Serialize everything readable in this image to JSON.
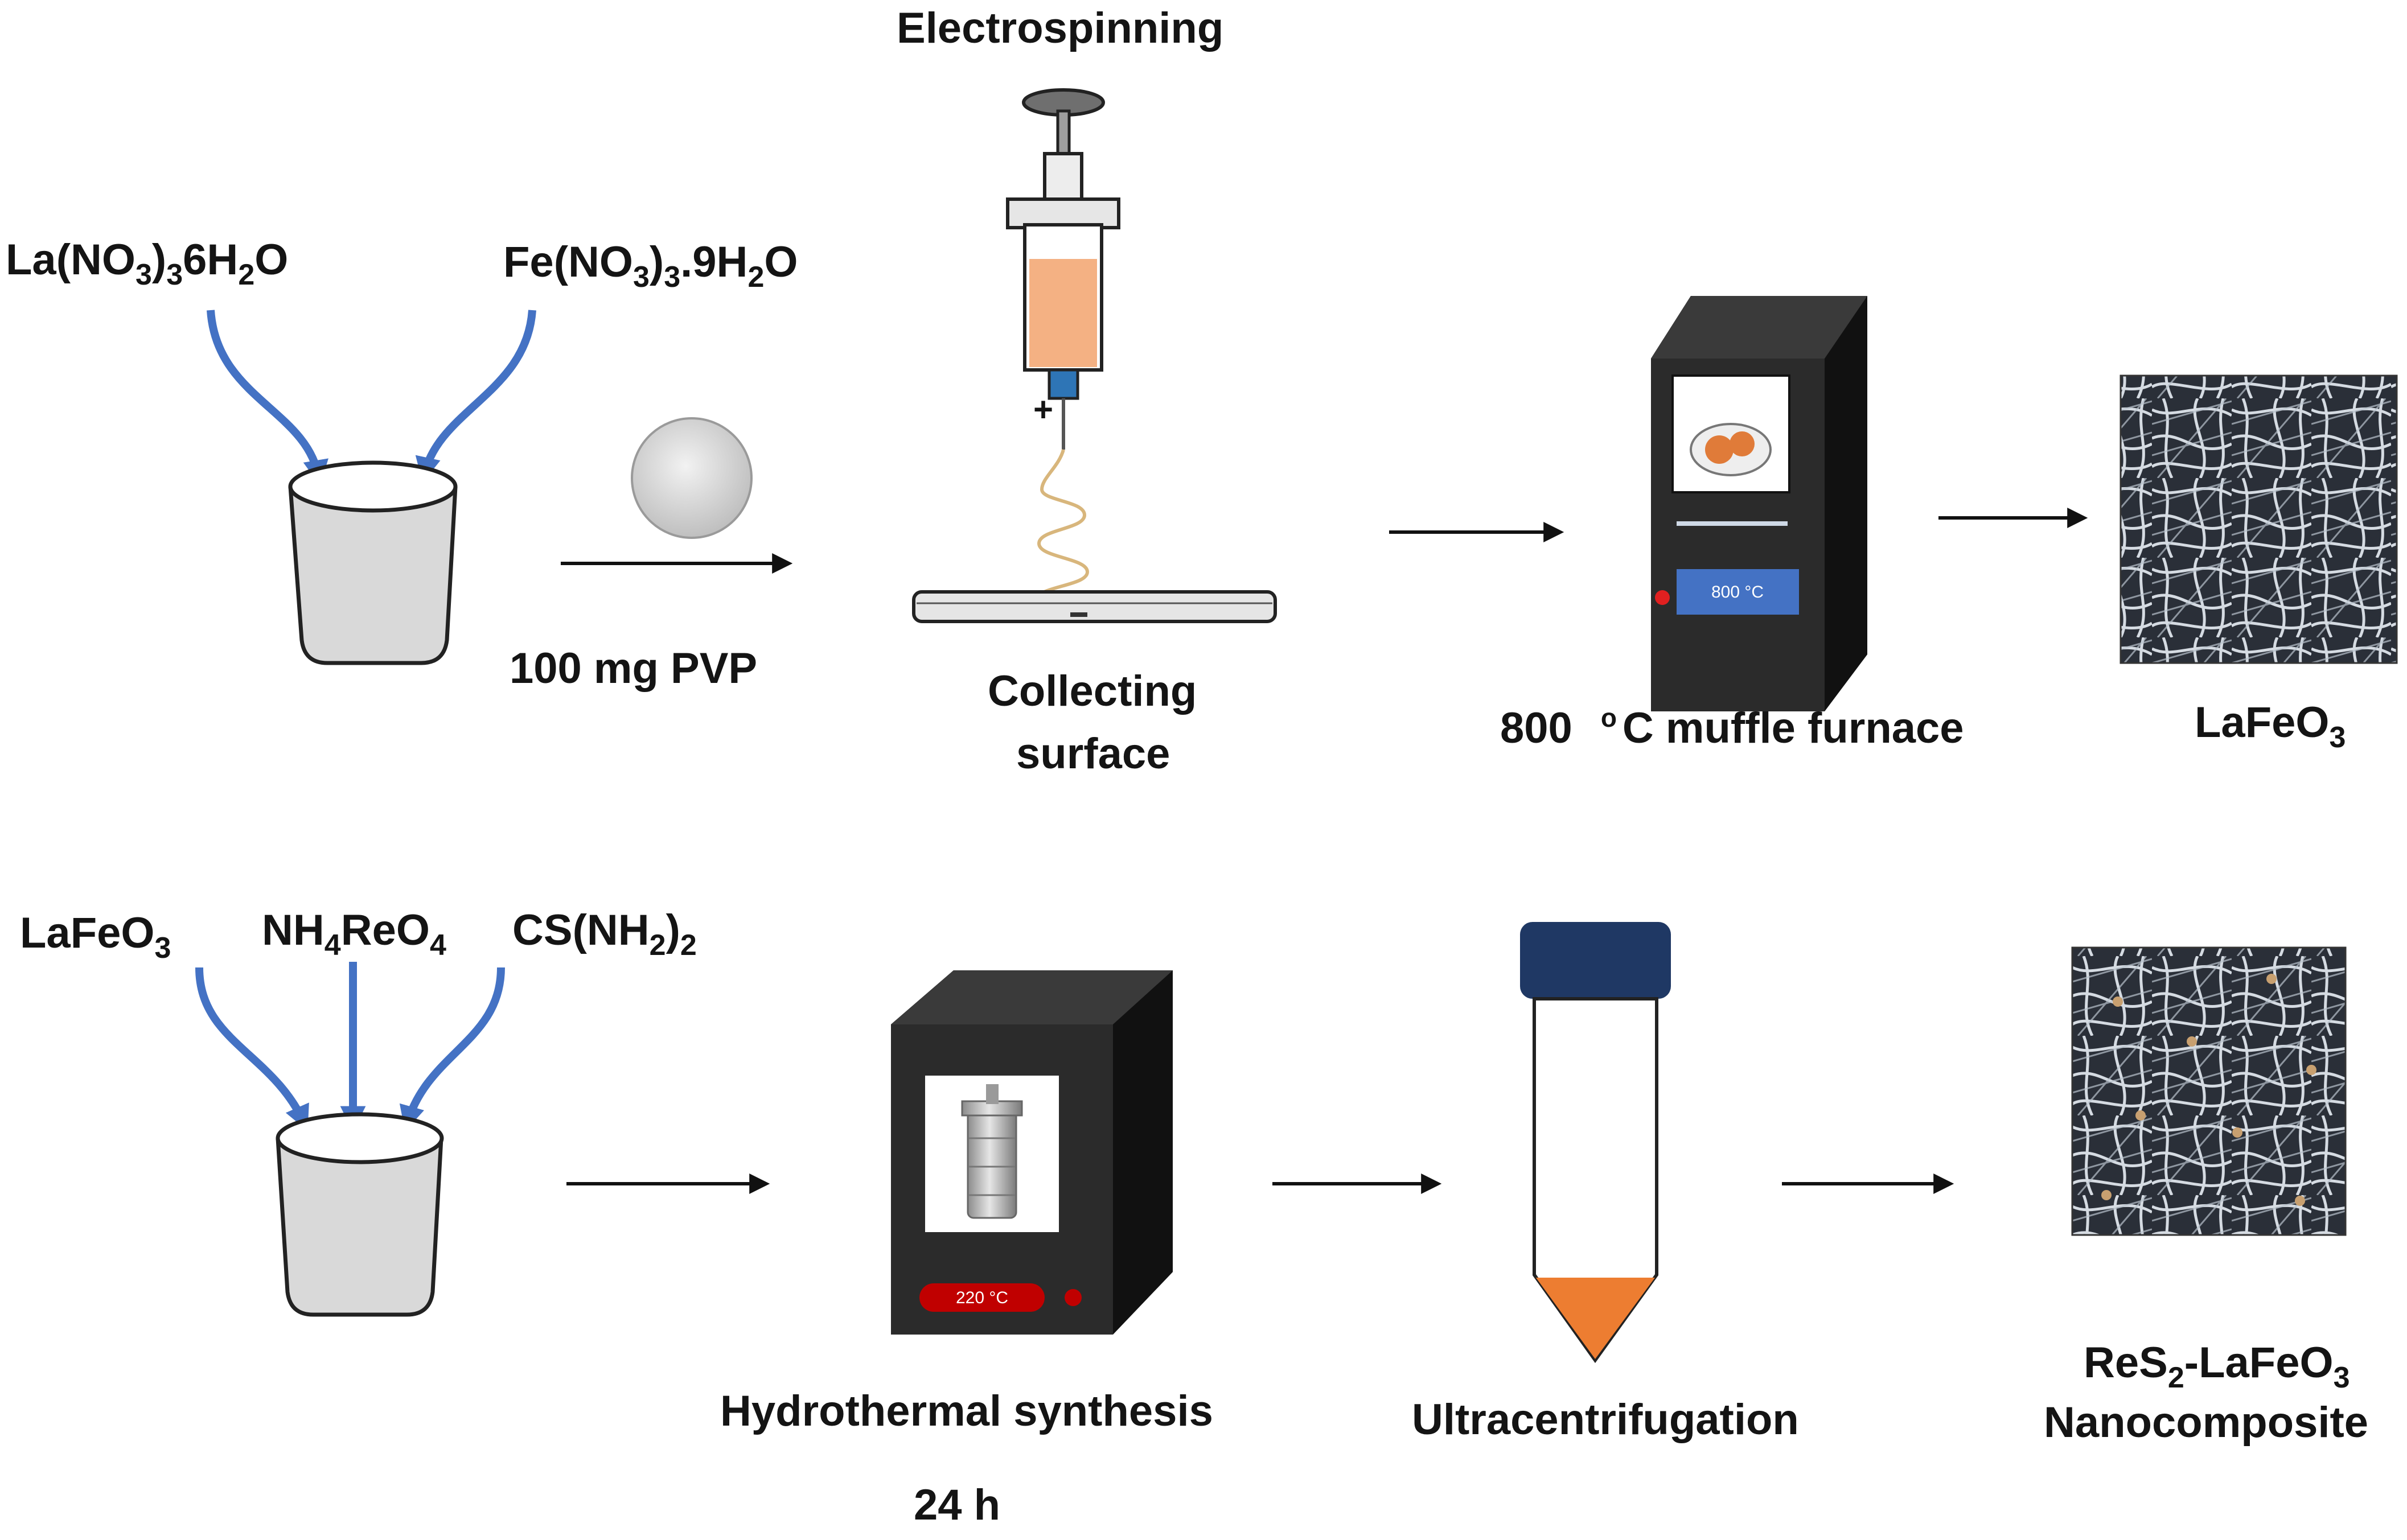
{
  "top_row": {
    "reagent_left": {
      "base": "La(NO",
      "sub1": "3",
      "mid": ")",
      "sub2": "3",
      "tail": "6H",
      "sub3": "2",
      "end": "O"
    },
    "reagent_right": {
      "base": "Fe(NO",
      "sub1": "3",
      "mid": ")",
      "sub2": "3",
      "tail": ".9H",
      "sub3": "2",
      "end": "O"
    },
    "pvp_label": "100 mg PVP",
    "electrospinning_title": "Electrospinning",
    "plus_sign": "+",
    "collecting_label_line1": "Collecting",
    "collecting_label_line2": "surface",
    "furnace_display": "800 °C",
    "furnace_label_value": "800",
    "furnace_label_degree": "o",
    "furnace_label_rest": "C muffle furnace",
    "product": {
      "base": "LaFeO",
      "sub": "3"
    }
  },
  "bottom_row": {
    "reagent_1": {
      "base": "LaFeO",
      "sub": "3"
    },
    "reagent_2": {
      "base": "NH",
      "sub1": "4",
      "mid": "ReO",
      "sub2": "4"
    },
    "reagent_3": {
      "base": "CS(NH",
      "sub": "2",
      "mid": ")",
      "sub2": "2"
    },
    "autoclave_display": "220 °C",
    "hydrothermal_label": "Hydrothermal synthesis",
    "hydrothermal_time": "24 h",
    "centrifuge_label": "Ultracentrifugation",
    "product_line1": {
      "base": "ReS",
      "sub": "2",
      "rest": "-LaFeO",
      "sub2": "3"
    },
    "product_line2": "Nanocomposite"
  },
  "colors": {
    "reagent_arrow": "#4472c4",
    "process_arrow": "#111111",
    "beaker_fill": "#d9d9d9",
    "syringe_fluid": "#f4b183",
    "furnace_body": "#222222",
    "furnace_display": "#4472c4",
    "autoclave_display": "#c00000",
    "tube_cap": "#1f3864",
    "tube_sediment": "#ed7d31"
  },
  "icons": [
    "beaker-icon",
    "pvp-pellet-icon",
    "syringe-icon",
    "collector-plate-icon",
    "muffle-furnace-icon",
    "nanofiber-image",
    "autoclave-oven-icon",
    "centrifuge-tube-icon"
  ]
}
